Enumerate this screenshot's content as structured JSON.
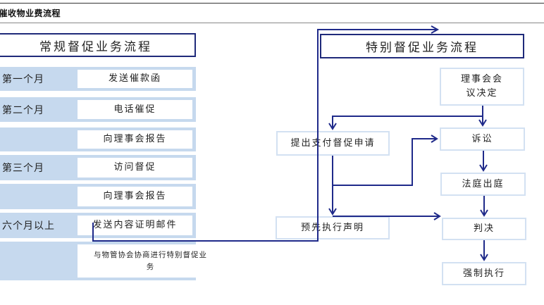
{
  "title": "司催收物业费流程",
  "regular": {
    "header": "常规督促业务流程",
    "rows": [
      {
        "period": "第一个月",
        "action": "发送催款函"
      },
      {
        "period": "第二个月",
        "action": "电话催促"
      },
      {
        "period": "",
        "action": "向理事会报告"
      },
      {
        "period": "第三个月",
        "action": "访问督促"
      },
      {
        "period": "",
        "action": "向理事会报告"
      },
      {
        "period": "六个月以上",
        "action": "发送内容证明邮件"
      },
      {
        "period": "",
        "action": "与物管协会协商进行特别督促业务"
      }
    ]
  },
  "special": {
    "header": "特别督促业务流程",
    "nodes": {
      "board_decision": "理事会会议决定",
      "payment_order": "提出支付督促申请",
      "lawsuit": "诉讼",
      "court": "法庭出庭",
      "provisional": "预先执行声明",
      "judgment": "判决",
      "enforcement": "强制执行"
    }
  },
  "colors": {
    "arrow": "#1f2a8a",
    "row_bg": "#c6d9ee",
    "box_border": "#d3e1f2"
  }
}
